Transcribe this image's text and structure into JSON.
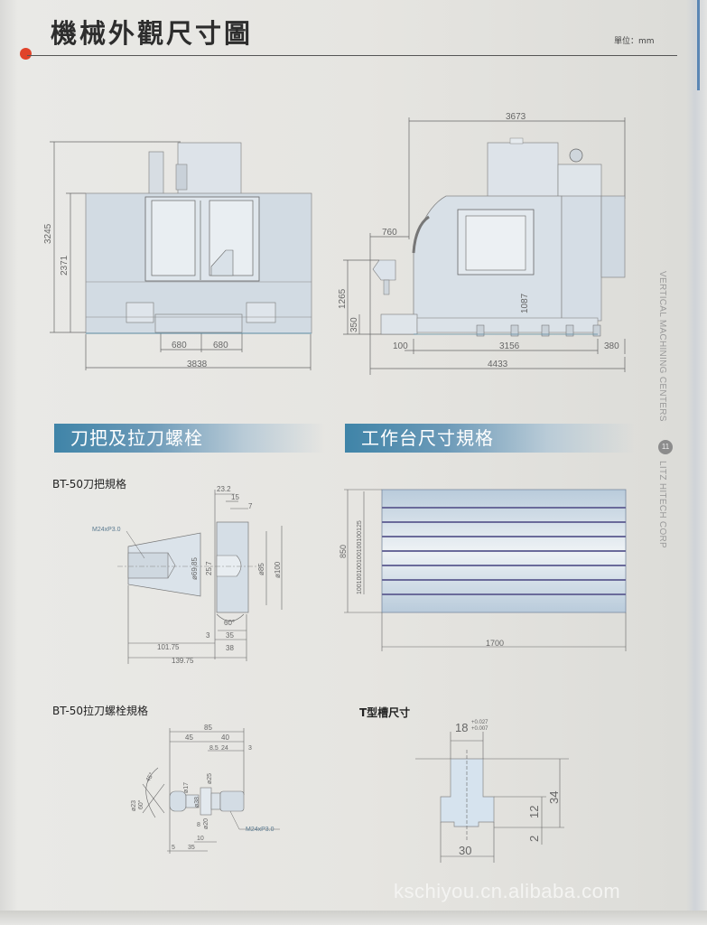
{
  "header": {
    "title": "機械外觀尺寸圖",
    "unit_label": "單位：mm",
    "accent_color": "#e0432a"
  },
  "side_tab": {
    "series_text": "VERTICAL MACHINING CENTERS",
    "page_number": "11",
    "company_text": "LITZ HITECH CORP"
  },
  "front_view": {
    "dims": {
      "overall_height": "3245",
      "body_height": "2371",
      "left_span": "680",
      "right_span": "680",
      "overall_width": "3838"
    }
  },
  "side_view": {
    "dims": {
      "top_width": "3673",
      "panel_offset": "760",
      "panel_height": "1265",
      "base_height": "350",
      "table_height": "1087",
      "left_gap": "100",
      "base_length": "3156",
      "right_gap": "380",
      "overall_length": "4433"
    }
  },
  "sections": {
    "tool_holder": {
      "heading": "刀把及拉刀螺栓",
      "holder_title": "BT-50刀把規格",
      "holder_dims": {
        "thread": "M24xP3.0",
        "d_taper": "ø69.85",
        "d_bore": "25.7",
        "d_flange_inner": "ø85",
        "d_flange_outer": "ø100",
        "w_23_2": "23.2",
        "w_15": "15",
        "w_7": "7",
        "angle": "60°",
        "w_3": "3",
        "w_35": "35",
        "w_38": "38",
        "len_101_75": "101.75",
        "len_139_75": "139.75"
      },
      "bolt_title": "BT-50拉刀螺栓規格",
      "bolt_dims": {
        "len_85": "85",
        "len_45": "45",
        "len_40": "40",
        "len_8_5": "8.5",
        "len_24": "24",
        "len_3": "3",
        "d_25": "ø25",
        "d_17": "ø17",
        "d_23": "ø23",
        "angle_45": "45°",
        "angle_60": "60°",
        "d_38": "ø38",
        "d_20": "ø20",
        "len_8": "8",
        "len_10": "10",
        "len_5": "5",
        "len_35": "35",
        "thread": "M24xP3.0"
      }
    },
    "table": {
      "heading": "工作台尺寸規格",
      "dims": {
        "width": "850",
        "length": "1700",
        "slot_spacing": "100100100100100100125"
      },
      "slot_count": 7
    },
    "t_slot": {
      "title": "T型槽尺寸",
      "dims": {
        "width": "18",
        "tol_upper": "+0.027",
        "tol_lower": "+0.007",
        "depth": "34",
        "head_height": "12",
        "gap": "2",
        "head_width": "30"
      }
    }
  },
  "watermark": "kschiyou.cn.alibaba.com"
}
